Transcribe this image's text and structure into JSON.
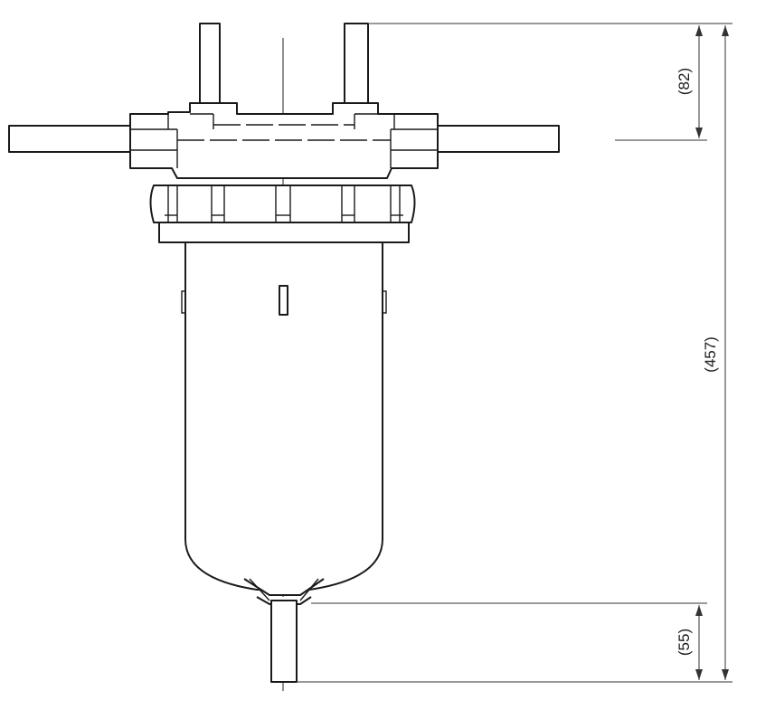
{
  "drawing": {
    "dimensions": {
      "top_pipe_height": "(82)",
      "overall_height": "(457)",
      "bottom_outlet_length": "(55)"
    }
  }
}
